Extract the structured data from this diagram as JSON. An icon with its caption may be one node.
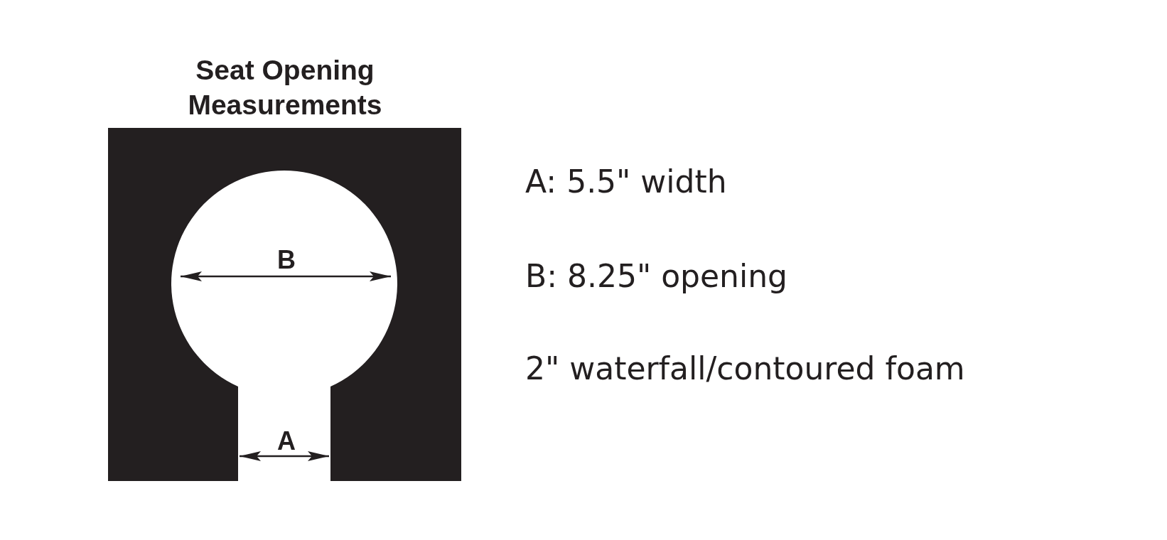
{
  "diagram": {
    "title": "Seat Opening Measurements",
    "labels": [
      "B",
      "A",
      "A: 5.5\" width",
      "B: 8.25\" opening",
      "2\" waterfall/contoured foam"
    ]
  }
}
